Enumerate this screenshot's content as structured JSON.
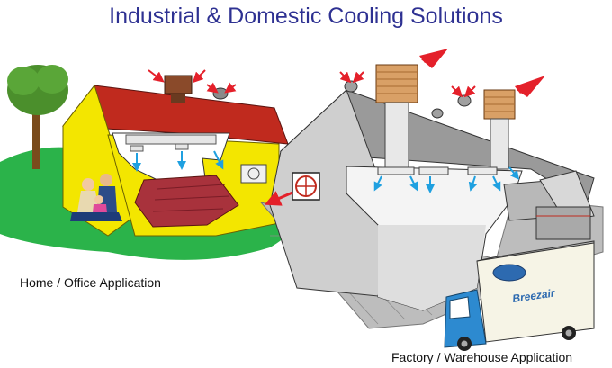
{
  "title": "Industrial & Domestic Cooling Solutions",
  "captions": {
    "home": "Home / Office Application",
    "factory": "Factory / Warehouse Application"
  },
  "truck": {
    "brand": "Breezair"
  },
  "colors": {
    "title": "#2e3192",
    "house_wall": "#f3e600",
    "roof": "#c02a1e",
    "grass": "#2bb34a",
    "factory_wall": "#d4d4d4",
    "cooler": "#d9a066",
    "arrow_red": "#e4202a",
    "airflow_blue": "#1fa0e0",
    "truck_cab": "#2d8ad0"
  },
  "icons": [
    "tree-icon",
    "family-icon",
    "cooler-unit-icon",
    "exhaust-fan-icon",
    "air-conditioner-icon",
    "truck-icon"
  ]
}
